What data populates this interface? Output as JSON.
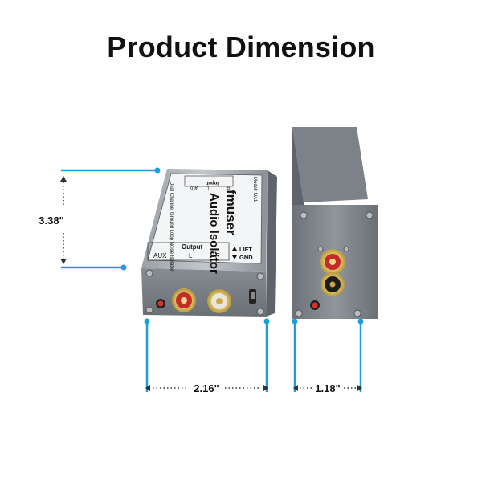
{
  "title": "Product Dimension",
  "brand": "fmuser",
  "product_name": "Audio Isolator",
  "product_subtitle": "Dual Channel Ground Loop Noise Isolator",
  "model_label": "Model: NA1",
  "panel": {
    "output_label": "Output",
    "aux_label": "AUX",
    "l_label": "L",
    "r_label": "R",
    "input_label": "Input",
    "input_aux": "AUX",
    "input_l": "L",
    "input_r": "R",
    "lift_label": "LIFT",
    "gnd_label": "GND"
  },
  "dimensions": {
    "height": "3.38\"",
    "width": "2.16\"",
    "depth": "1.18\""
  },
  "colors": {
    "dimension_line": "#1a9fd6",
    "body_gray": "#7c8288",
    "rca_red": "#d8322c"
  }
}
